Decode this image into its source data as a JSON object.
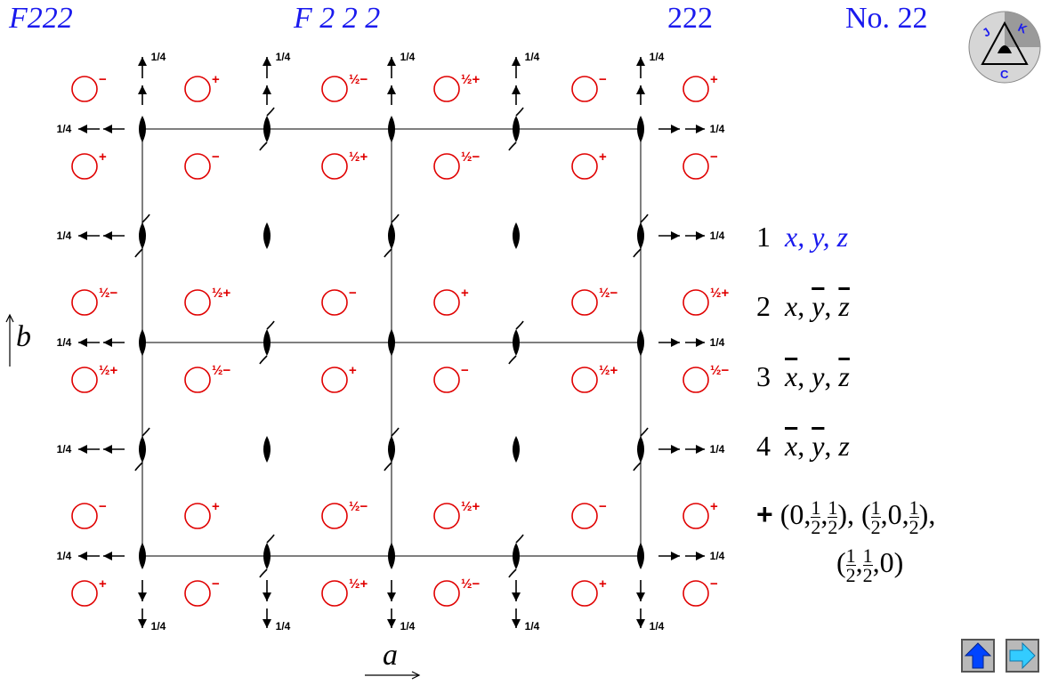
{
  "header": {
    "short_symbol": "F222",
    "full_symbol": "F 2 2 2",
    "point_group": "222",
    "number": "No. 22"
  },
  "logo": {
    "text": "JKC"
  },
  "axes": {
    "a_label": "a",
    "b_label": "b"
  },
  "symbols": {
    "quarter": "1/4",
    "frac_num": "1",
    "frac_den": "2",
    "half_minus": "½−",
    "half_plus": "½+",
    "minus": "−",
    "plus": "+"
  },
  "positions": [
    {
      "id": "1",
      "text": "x, y, z",
      "color": "#1a1aee"
    },
    {
      "id": "2",
      "parts": [
        "x",
        "y",
        "z"
      ],
      "bars": [
        false,
        true,
        true
      ]
    },
    {
      "id": "3",
      "parts": [
        "x",
        "y",
        "z"
      ],
      "bars": [
        true,
        false,
        true
      ]
    },
    {
      "id": "4",
      "parts": [
        "x",
        "y",
        "z"
      ],
      "bars": [
        true,
        true,
        false
      ]
    }
  ],
  "centering": {
    "prefix": "+",
    "vectors": [
      [
        "0",
        "1/2",
        "1/2"
      ],
      [
        "1/2",
        "0",
        "1/2"
      ],
      [
        "1/2",
        "1/2",
        "0"
      ]
    ]
  },
  "colors": {
    "circle": "#e00000",
    "accent_blue": "#1a1aee",
    "nav_up": "#0044ff",
    "nav_next": "#33ccff"
  },
  "nav": {
    "up_icon": "up-arrow-icon",
    "next_icon": "right-arrow-icon"
  }
}
